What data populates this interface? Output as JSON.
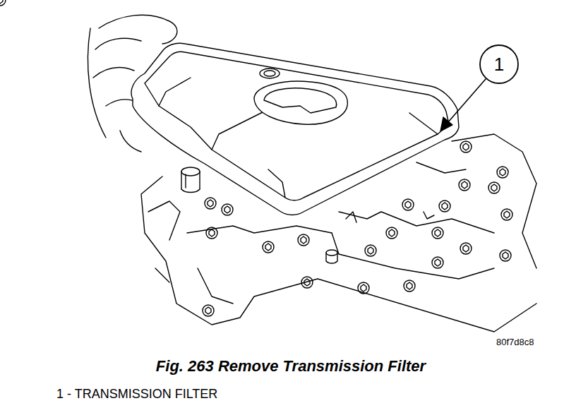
{
  "diagram": {
    "caption": "Fig. 263 Remove Transmission Filter",
    "nodes": [
      {
        "text": [
          "1"
        ]
      }
    ],
    "labels": [
      "80f7d8c8",
      "1 - TRANSMISSION FILTER"
    ]
  }
}
